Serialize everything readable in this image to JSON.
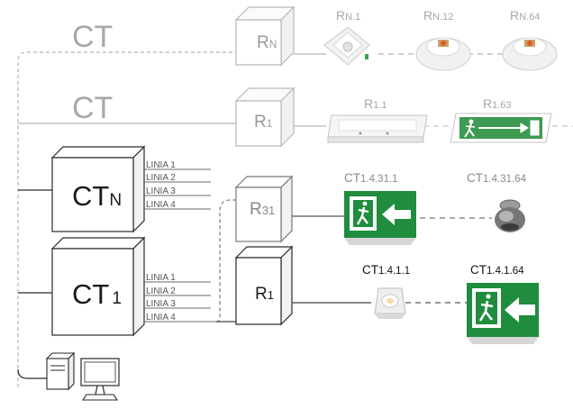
{
  "colors": {
    "active": "#2a2a2a",
    "faded": "#a8a8a8",
    "green": "#1a8a3c",
    "dash": "#8a8a8a"
  },
  "top_ct_n": {
    "label": "CT"
  },
  "top_ct_1": {
    "label": "CT"
  },
  "rack_rn": {
    "main": "R",
    "sub": "N"
  },
  "rack_r1_top": {
    "main": "R",
    "sub": "1"
  },
  "rack_r31": {
    "main": "R",
    "sub": "31"
  },
  "rack_r1": {
    "main": "R",
    "sub": "1"
  },
  "cabinet_ctn": {
    "main": "CT",
    "sub": "N",
    "lines": [
      "LINIA 1",
      "LINIA 2",
      "LINIA 3",
      "LINIA 4"
    ]
  },
  "cabinet_ct1": {
    "main": "CT",
    "sub": "1",
    "lines": [
      "LINIA 1",
      "LINIA 2",
      "LINIA 3",
      "LINIA 4"
    ]
  },
  "devices": {
    "rn1": {
      "label_main": "R",
      "label_sub": "N.1",
      "icon": "downlight-square-icon"
    },
    "rn12": {
      "label_main": "R",
      "label_sub": "N.12",
      "icon": "downlight-round-icon"
    },
    "rn64": {
      "label_main": "R",
      "label_sub": "N.64",
      "icon": "downlight-round-icon"
    },
    "r11": {
      "label_main": "R",
      "label_sub": "1.1",
      "icon": "panel-luminaire-icon"
    },
    "r163": {
      "label_main": "R",
      "label_sub": "1.63",
      "icon": "exit-sign-arrow-icon"
    },
    "ct14311": {
      "label_pre": "CT",
      "label_sub": "1.4.31.1",
      "icon": "exit-sign-left-icon"
    },
    "ct143164": {
      "label_pre": "CT",
      "label_sub": "1.4.31.64",
      "icon": "spotlight-icon"
    },
    "ct1411": {
      "label_pre": "CT",
      "label_sub": "1.4.1.1",
      "icon": "square-downlight-icon"
    },
    "ct14164": {
      "label_pre": "CT",
      "label_sub": "1.4.1.64",
      "icon": "exit-sign-left-icon"
    }
  },
  "workstation": {
    "icon": "computer-workstation-icon"
  }
}
